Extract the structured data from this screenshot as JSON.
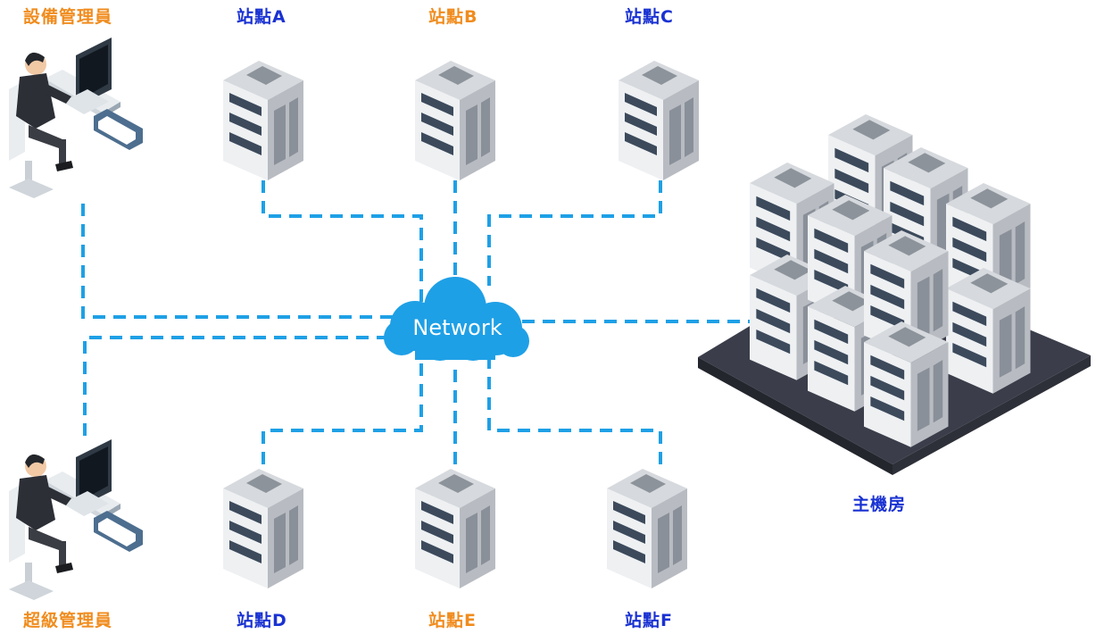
{
  "users": {
    "equipment_admin": "設備管理員",
    "super_admin": "超級管理員"
  },
  "sites": {
    "a": "站點A",
    "b": "站點B",
    "c": "站點C",
    "d": "站點D",
    "e": "站點E",
    "f": "站點F"
  },
  "network_label": "Network",
  "main_room_label": "主機房",
  "colors": {
    "orange_label": "#f08c1e",
    "blue_label": "#1a32d2",
    "link_line": "#1ea0e6",
    "cloud": "#1ea0e6"
  }
}
